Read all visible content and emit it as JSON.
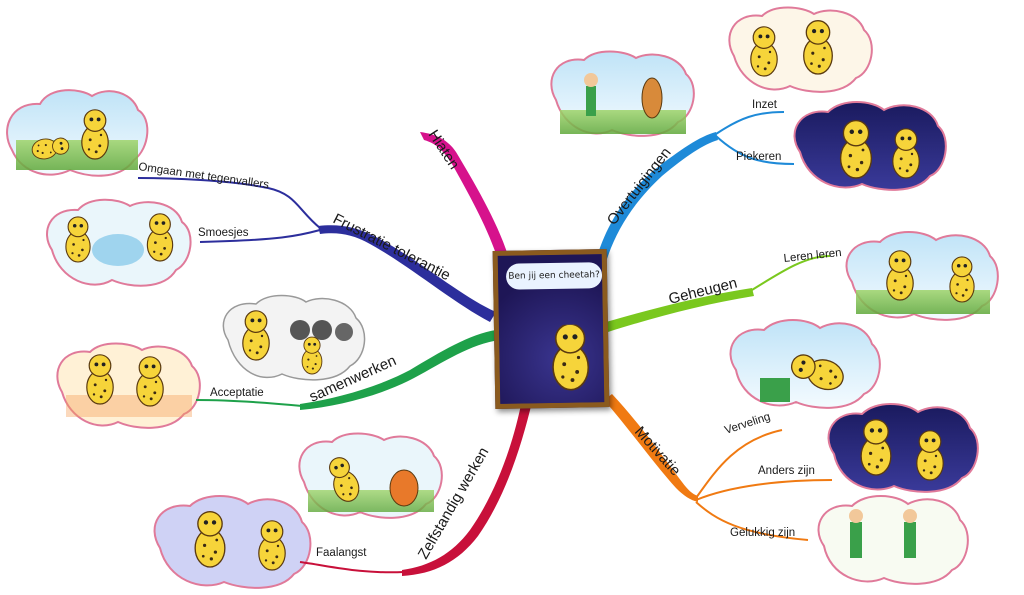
{
  "center": {
    "book_title": "Ben jij een cheetah?"
  },
  "branches": [
    {
      "label": "Hiaten",
      "color": "#d6128c",
      "subs": []
    },
    {
      "label": "Frustratie tolerantie",
      "color": "#2c2e9c",
      "subs": [
        "Omgaan met tegenvallers",
        "Smoesjes"
      ]
    },
    {
      "label": "samenwerken",
      "color": "#1ea14a",
      "subs": [
        "Acceptatie"
      ]
    },
    {
      "label": "Zelfstandig werken",
      "color": "#c8103a",
      "subs": [
        "Faalangst"
      ]
    },
    {
      "label": "Overtuigingen",
      "color": "#1e8ad8",
      "subs": [
        "Inzet",
        "Piekeren"
      ]
    },
    {
      "label": "Geheugen",
      "color": "#7ac81e",
      "subs": [
        "Leren leren"
      ]
    },
    {
      "label": "Motivatie",
      "color": "#f07a12",
      "subs": [
        "Verveling",
        "Anders zijn",
        "Gelukkig zijn"
      ]
    }
  ]
}
